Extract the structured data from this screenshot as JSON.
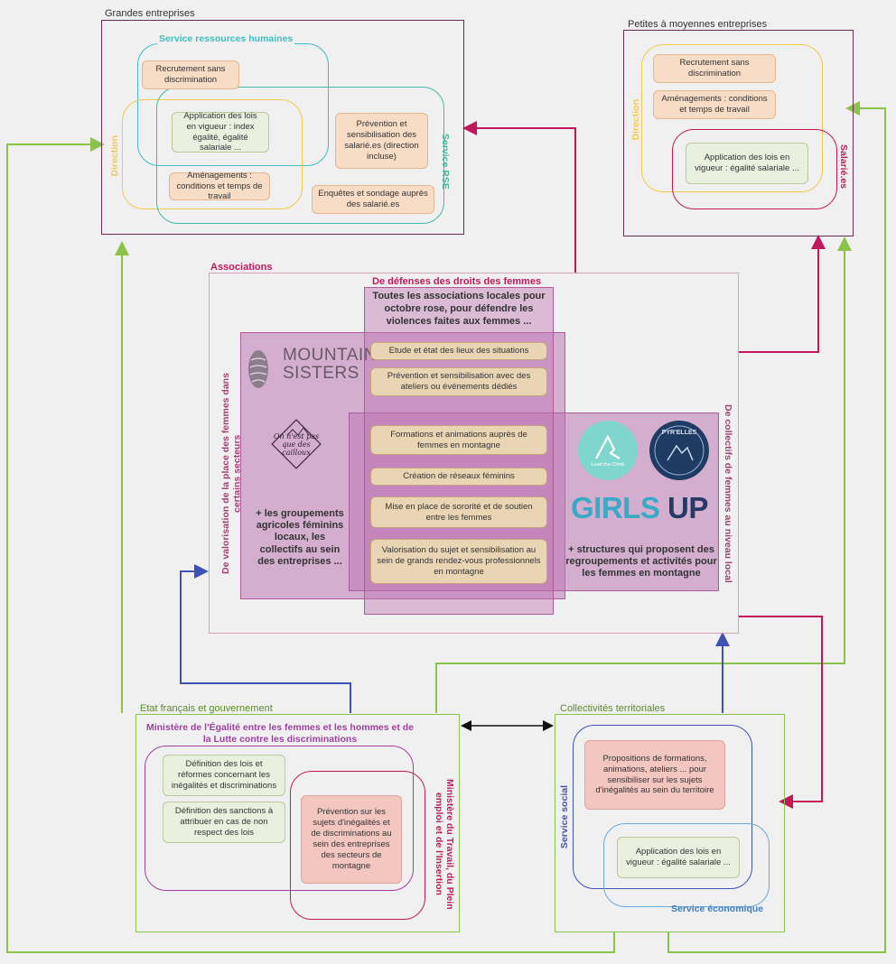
{
  "grandes": {
    "title": "Grandes entreprises",
    "service_rh": "Service ressources humaines",
    "direction": "Direction",
    "service_rse": "Service RSE",
    "items": {
      "recrutement": "Recrutement sans discrimination",
      "application": "Application des lois en vigueur : index égalité, égalité salariale ...",
      "amenagements": "Aménagements : conditions et temps de travail",
      "prevention": "Prévention et sensibilisation des salarié.es (direction incluse)",
      "enquetes": "Enquêtes et sondage auprès des salarié.es"
    }
  },
  "petites": {
    "title": "Petites à moyennes entreprises",
    "direction": "Direction",
    "salaries": "Salarié.es",
    "items": {
      "recrutement": "Recrutement sans discrimination",
      "amenagements": "Aménagements : conditions et temps de travail",
      "application": "Application des lois en vigueur : égalité salariale ..."
    }
  },
  "associations": {
    "title": "Associations",
    "defenses_title": "De défenses des droits des femmes",
    "defenses_text": "Toutes les associations locales pour octobre rose, pour défendre les violences faites aux femmes ...",
    "valorisation_title": "De valorisation de la place des femmes dans certains secteurs",
    "collectifs_title": "De collectifs de femmes au niveau local",
    "mountain_line1": "MOUNTAIN",
    "mountain_line2": "SISTERS",
    "badge_text": "On n'est pas que des cailloux",
    "groupements_text": "+ les groupements agricoles féminins locaux, les collectifs au sein des entreprises ...",
    "structures_text": "+ structures qui proposent des regroupements et activités pour les femmes en montagne",
    "girls_a": "GIRLS",
    "girls_b": "UP",
    "lead_the_climb": "Lead the Climb",
    "pyr_elles": "PYR'ELLES",
    "items": {
      "etude": "Etude et état des lieux des situations",
      "prevention": "Prévention et sensibilisation avec des ateliers ou événements dédiés",
      "formations": "Formations et animations auprès de femmes en montagne",
      "reseaux": "Création de réseaux féminins",
      "sororite": "Mise en place de sororité et de soutien entre les femmes",
      "valorisation": "Valorisation du sujet et sensibilisation au sein de grands rendez-vous professionnels en montagne"
    }
  },
  "etat": {
    "title": "Etat français et gouvernement",
    "ministere_egalite": "Ministère de l'Égalité entre les femmes et les hommes et de la Lutte contre les discriminations",
    "ministere_travail": "Ministère du Travail, du Plein emploi et de l'Insertion",
    "items": {
      "definition_lois": "Définition des lois et réformes concernant les inégalités et discriminations",
      "definition_sanctions": "Définition des sanctions à attribuer en cas de non respect des lois",
      "prevention": "Prévention sur les sujets d'inégalités et de discriminations au sein des entreprises des secteurs de montagne"
    }
  },
  "collectivites": {
    "title": "Collectivités territoriales",
    "service_social": "Service social",
    "service_economique": "Service économique",
    "items": {
      "propositions": "Propositions de formations, animations, ateliers ... pour sensibiliser sur les sujets d'inégalités au sein du territoire",
      "application": "Application des lois en vigueur : égalité salariale ..."
    }
  },
  "colors": {
    "purple_box": "#6b2d4f",
    "yellow": "#f2c94c",
    "teal": "#3fbfbf",
    "green_teal": "#41b9a0",
    "magenta": "#c2185b",
    "pink_border": "#d9a0b6",
    "purple_fill": "#c9a0c8",
    "green": "#8bc34a",
    "blue": "#3f51b5",
    "ministere": "#a040a0"
  }
}
